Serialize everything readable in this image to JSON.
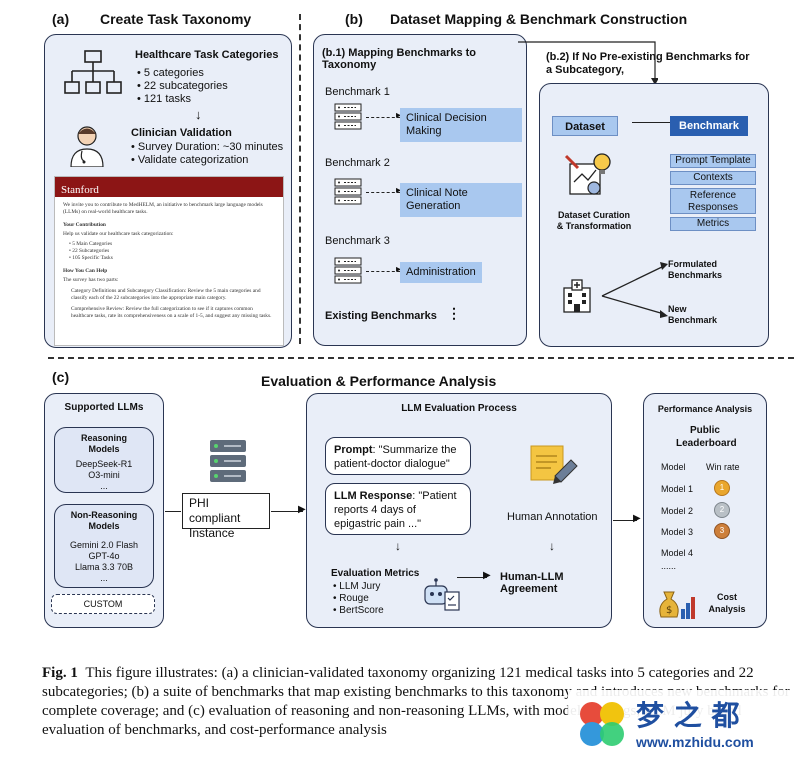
{
  "section_a": {
    "letter": "(a)",
    "title": "Create Task Taxonomy",
    "categories_heading": "Healthcare Task Categories",
    "categories_items": [
      "5 categories",
      "22 subcategories",
      "121 tasks"
    ],
    "validation_heading": "Clinician Validation",
    "validation_items": [
      "Survey Duration: ~30 minutes",
      "Validate categorization"
    ],
    "survey": {
      "brand": "Stanford",
      "intro": "We invite you to contribute to MedHELM, an initiative to benchmark large language models (LLMs) on real-world healthcare tasks.",
      "contribution_heading": "Your Contribution",
      "contribution_text": "Help us validate our healthcare task categorization:",
      "contribution_items": [
        "5 Main Categories",
        "22 Subcategories",
        "105 Specific Tasks"
      ],
      "help_heading": "How You Can Help",
      "help_text": "The survey has two parts:",
      "step1": "Category Definitions and Subcategory Classification: Review the 5 main categories and classify each of the 22 subcategories into the appropriate main category.",
      "step2": "Comprehensive Review: Review the full categorization to see if it captures common healthcare tasks, rate its comprehensiveness on a scale of 1-5, and suggest any missing tasks."
    }
  },
  "section_b": {
    "letter": "(b)",
    "title": "Dataset Mapping & Benchmark Construction",
    "b1_title": "(b.1) Mapping Benchmarks to Taxonomy",
    "benchmarks": [
      {
        "name": "Benchmark 1",
        "target": "Clinical Decision Making"
      },
      {
        "name": "Benchmark 2",
        "target": "Clinical Note Generation"
      },
      {
        "name": "Benchmark 3",
        "target": "Administration"
      }
    ],
    "existing_label": "Existing Benchmarks",
    "ellipsis": "⋮",
    "b2_title_line1": "(b.2) If No Pre-existing Benchmarks for",
    "b2_title_line2": "a Subcategory,",
    "dataset_label": "Dataset",
    "benchmark_label": "Benchmark",
    "components": [
      "Prompt Template",
      "Contexts",
      "Reference Responses",
      "Metrics"
    ],
    "curation_label": "Dataset Curation & Transformation",
    "formulated_label": "Formulated Benchmarks",
    "new_label": "New Benchmark"
  },
  "section_c": {
    "letter": "(c)",
    "title": "Evaluation & Performance Analysis",
    "llms_title": "Supported LLMs",
    "reasoning_title": "Reasoning Models",
    "reasoning_models": [
      "DeepSeek-R1",
      "O3-mini",
      "..."
    ],
    "nonreasoning_title": "Non-Reasoning Models",
    "nonreasoning_models": [
      "Gemini 2.0 Flash",
      "GPT-4o",
      "Llama 3.3 70B",
      "..."
    ],
    "custom_label": "CUSTOM",
    "phi_label": "PHI compliant Instance",
    "eval_title": "LLM Evaluation Process",
    "prompt_label": "Prompt",
    "prompt_text": ": \"Summarize the patient-doctor dialogue\"",
    "response_label": "LLM Response",
    "response_text": ": \"Patient reports 4 days of epigastric pain ...\"",
    "human_annotation": "Human Annotation",
    "metrics_title": "Evaluation Metrics",
    "metrics": [
      "LLM Jury",
      "Rouge",
      "BertScore"
    ],
    "agreement_label": "Human-LLM Agreement",
    "perf_title": "Performance Analysis",
    "leaderboard_title": "Public Leaderboard",
    "col_model": "Model",
    "col_winrate": "Win rate",
    "models": [
      "Model 1",
      "Model 2",
      "Model 3",
      "Model 4",
      "......"
    ],
    "medals": [
      "1",
      "2",
      "3"
    ],
    "cost_label": "Cost Analysis"
  },
  "caption": {
    "label": "Fig. 1",
    "text": "This figure illustrates: (a) a clinician-validated taxonomy organizing 121 medical tasks into 5 categories and 22 subcategories; (b) a suite of benchmarks that map existing benchmarks to this taxonomy and introduces new benchmarks for complete coverage; and (c) evaluation of reasoning and non-reasoning LLMs, with model rankings, LLM jury based evaluation of benchmarks, and cost-performance analysis"
  },
  "watermark": {
    "text": "梦 之 都",
    "url": "www.mzhidu.com"
  },
  "colors": {
    "panel_bg": "#e9eef8",
    "accent_blue": "#2a5fb0",
    "light_blue": "#a9c8ef",
    "stanford_red": "#8c1515"
  }
}
